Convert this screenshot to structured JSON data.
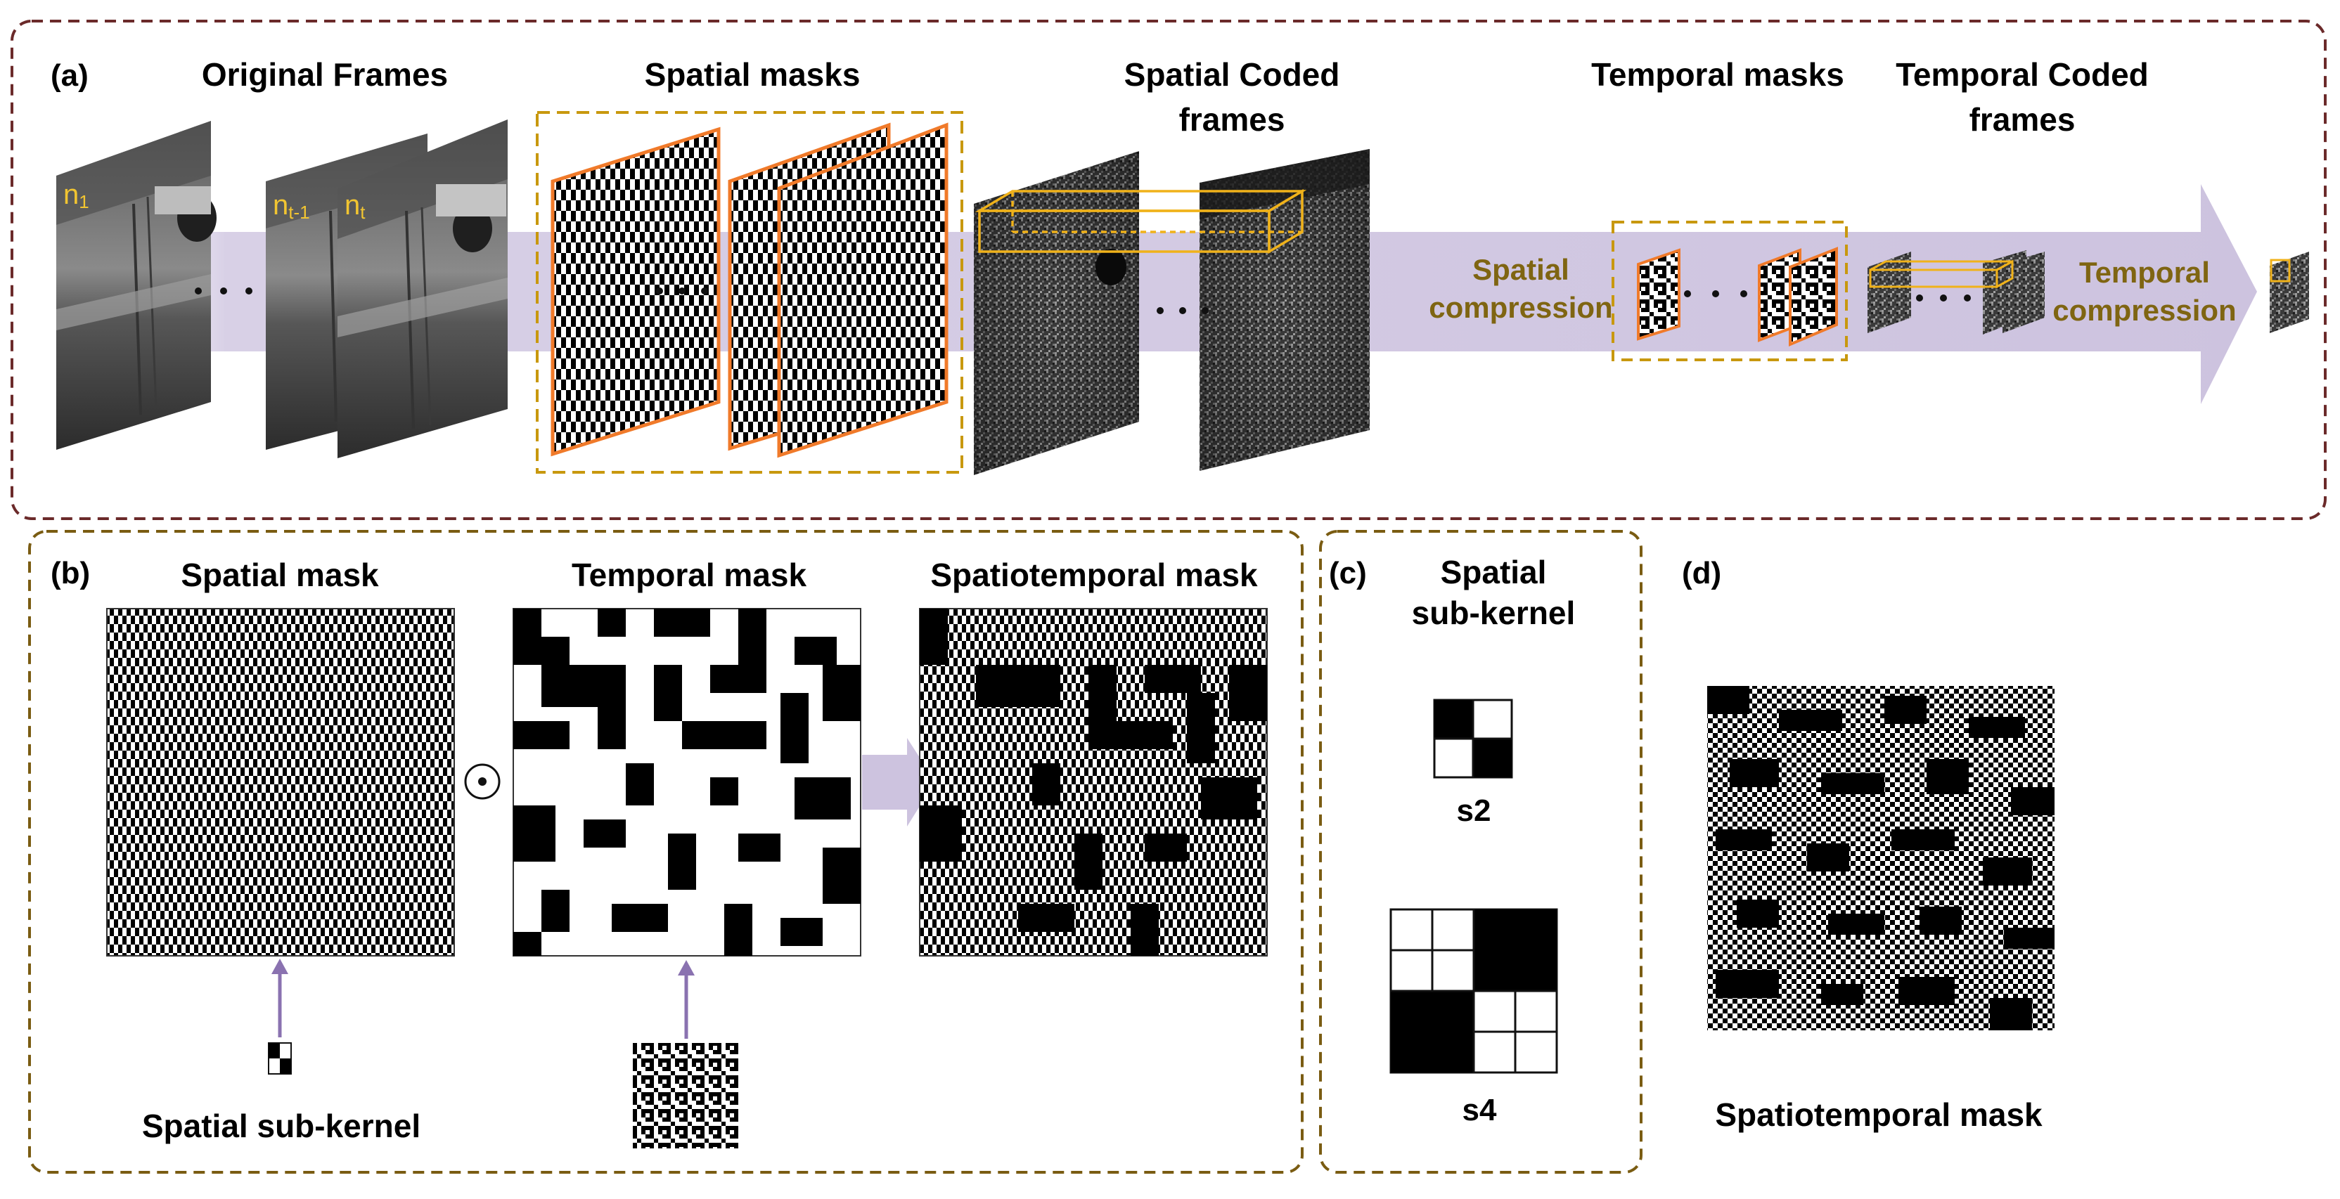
{
  "panel_a": {
    "label": "(a)",
    "original_frames": "Original Frames",
    "spatial_masks": "Spatial masks",
    "spatial_coded_1": "Spatial Coded",
    "spatial_coded_2": "frames",
    "temporal_masks": "Temporal masks",
    "temporal_coded_1": "Temporal Coded",
    "temporal_coded_2": "frames",
    "spatial_compression_1": "Spatial",
    "spatial_compression_2": "compression",
    "temporal_compression_1": "Temporal",
    "temporal_compression_2": "compression",
    "frame_n1": "n",
    "frame_n1_sub": "1",
    "frame_nt1": "n",
    "frame_nt1_sub": "t-1",
    "frame_nt": "n",
    "frame_nt_sub": "t"
  },
  "panel_b": {
    "label": "(b)",
    "spatial_mask": "Spatial mask",
    "temporal_mask": "Temporal mask",
    "spatiotemporal_mask": "Spatiotemporal mask",
    "spatial_sub_kernel": "Spatial sub-kernel",
    "hadamard_op": "⊙"
  },
  "panel_c": {
    "label": "(c)",
    "title_1": "Spatial",
    "title_2": "sub-kernel",
    "s2": "s2",
    "s4": "s4"
  },
  "panel_d": {
    "label": "(d)",
    "caption": "Spatiotemporal mask"
  },
  "colors": {
    "panel_a_border": "#6b2a2a",
    "panel_bc_border": "#7a5c12",
    "mask_group_border": "#c8980e",
    "mask_frame_orange": "#f07a2a",
    "accent_gold": "#7f6512",
    "arrow_lavender": "#cdc3df",
    "pointer_purple": "#8a72b0",
    "frame_label_yellow": "#f2c531"
  }
}
